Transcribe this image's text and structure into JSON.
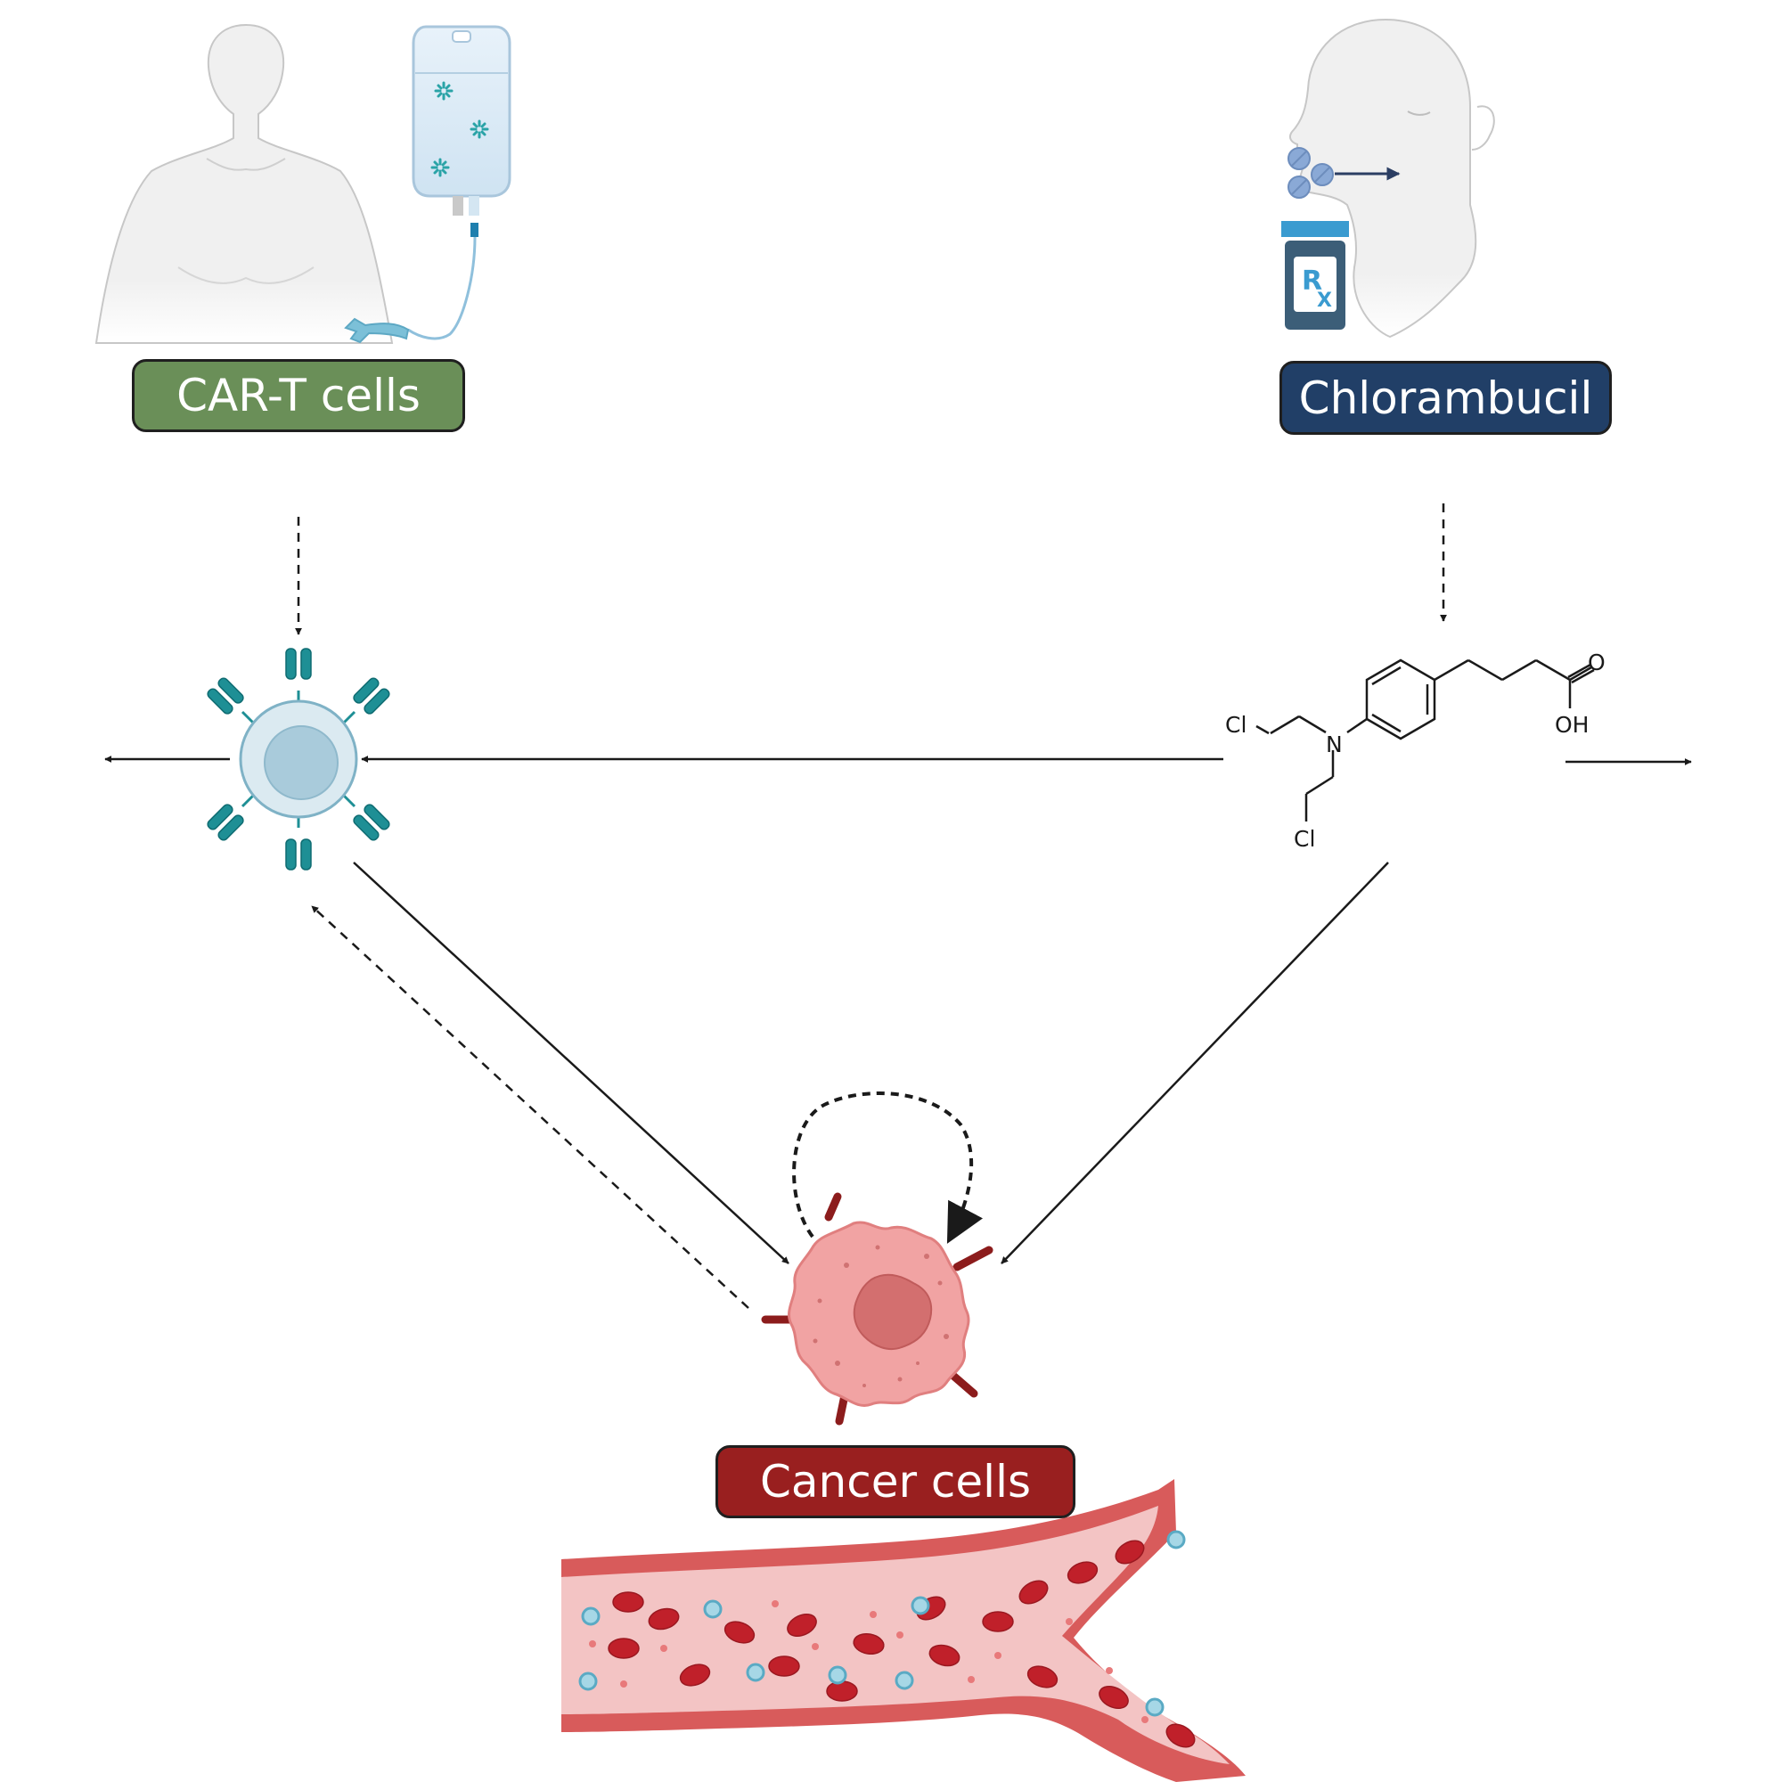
{
  "labels": {
    "car_t": "CAR-T cells",
    "chlorambucil": "Chlorambucil",
    "cancer": "Cancer cells"
  },
  "structure": {
    "cl_top": "Cl",
    "cl_bottom": "Cl",
    "n": "N",
    "o": "O",
    "oh": "OH"
  },
  "colors": {
    "car_t": "#6a8f58",
    "chlorambucil": "#213f67",
    "cancer": "#991f1f",
    "receptor": "#1e8f95",
    "tcell": "#c4dce6",
    "cancer_cell": "#f1a3a3",
    "vessel": "#d85b5b"
  }
}
